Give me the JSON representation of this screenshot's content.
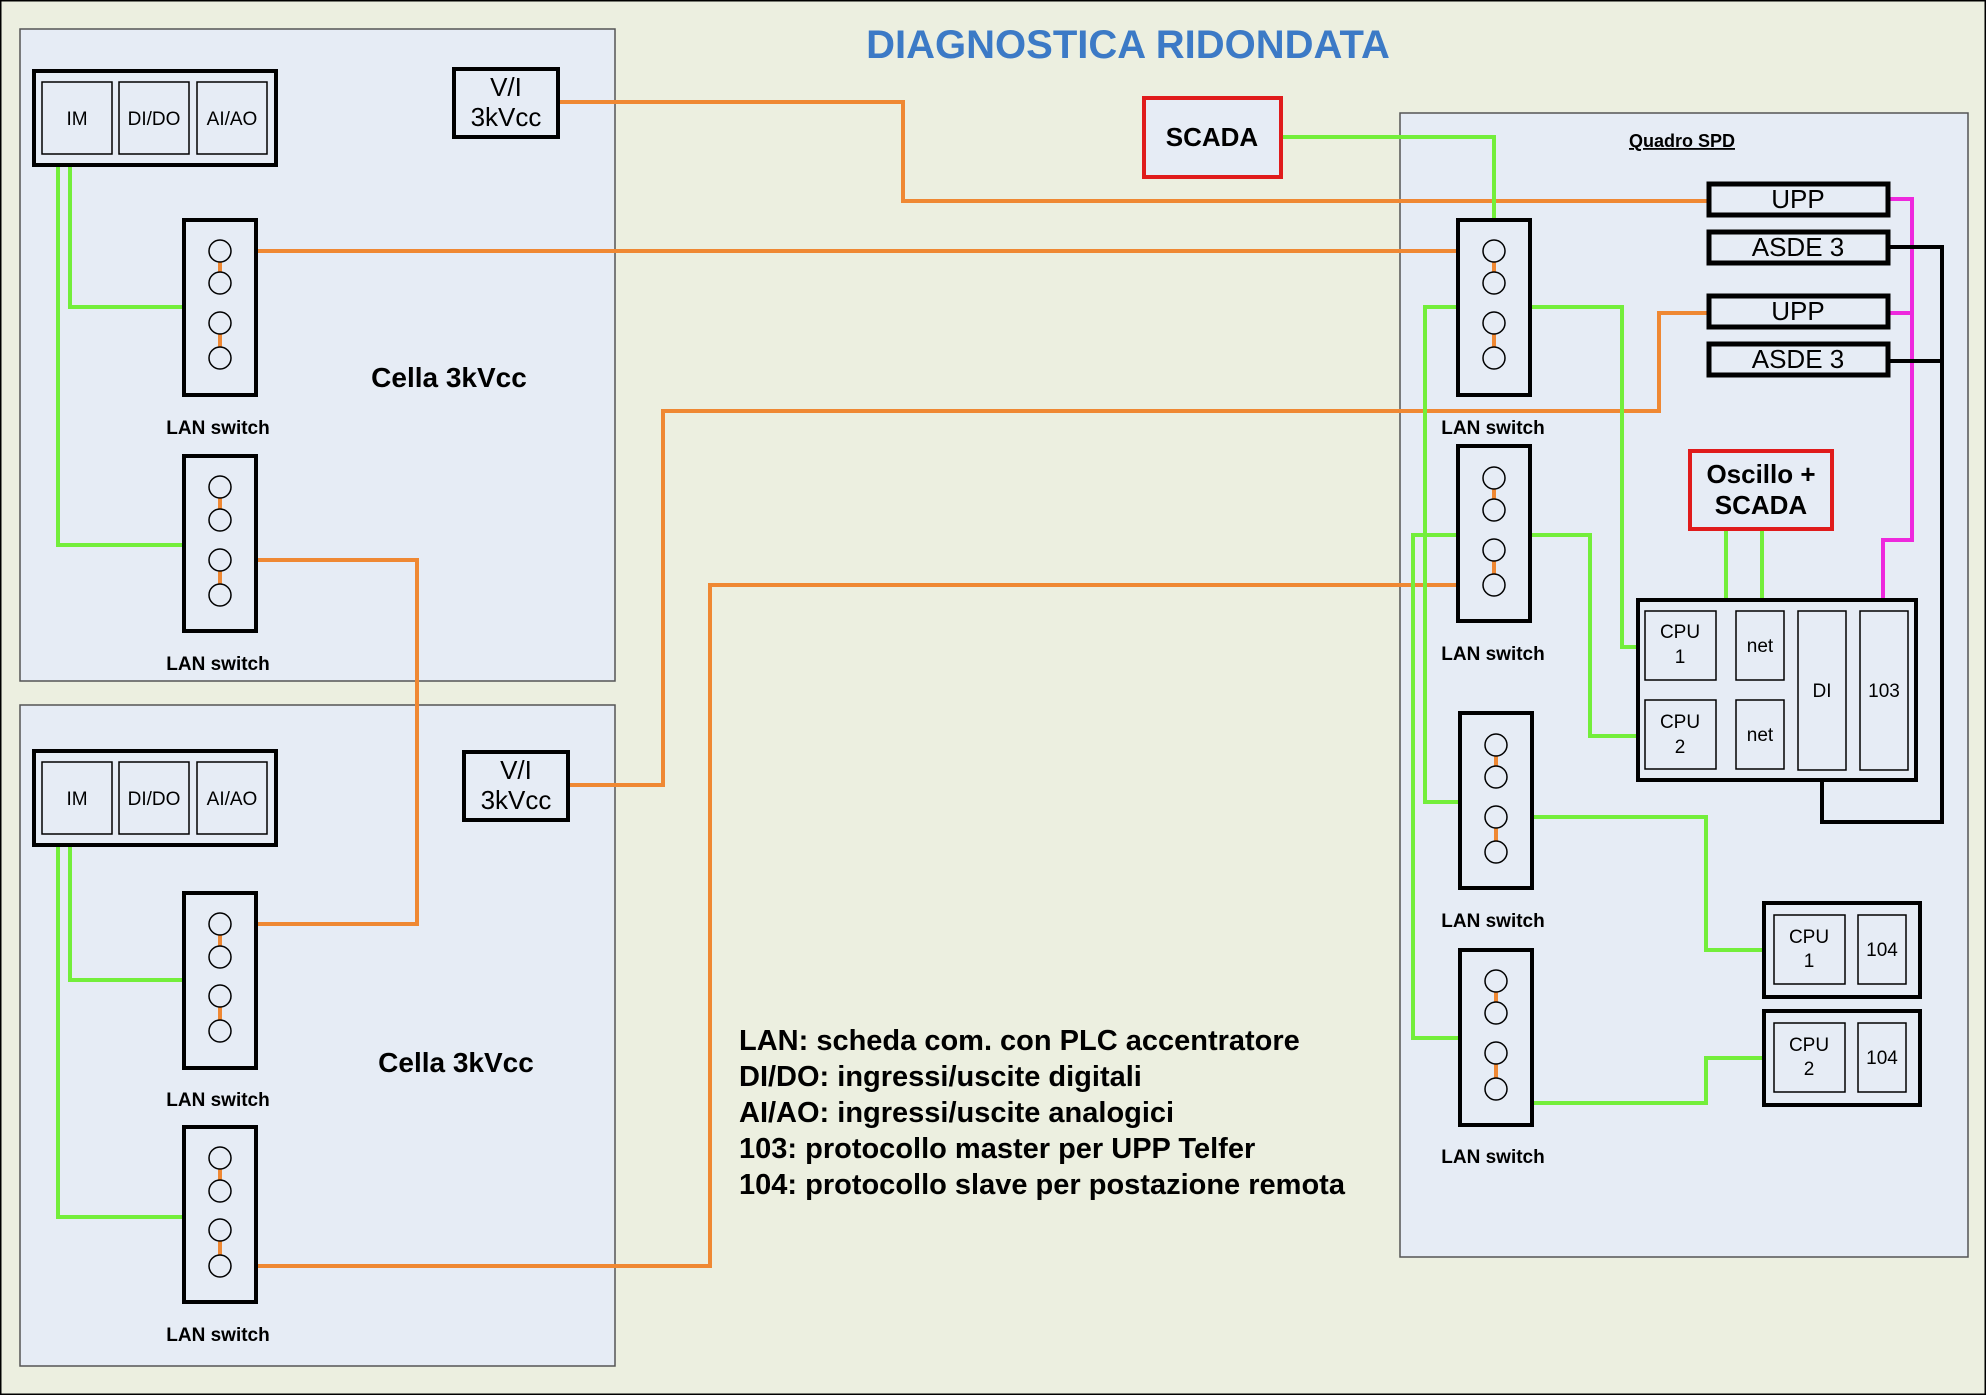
{
  "title": "DIAGNOSTICA RIDONDATA",
  "colors": {
    "background": "#ecefe0",
    "panel": "#e6ecf5",
    "title": "#3c7ac6",
    "orange": "#ef8833",
    "green": "#73ee3a",
    "magenta": "#ee28dd",
    "red": "#e01b1b",
    "black": "#000000"
  },
  "cell_top": {
    "label": "Cella 3kVcc",
    "modules": [
      "IM",
      "DI/DO",
      "AI/AO"
    ],
    "vi_box": [
      "V/I",
      "3kVcc"
    ],
    "switch_label": "LAN switch"
  },
  "cell_bottom": {
    "label": "Cella 3kVcc",
    "modules": [
      "IM",
      "DI/DO",
      "AI/AO"
    ],
    "vi_box": [
      "V/I",
      "3kVcc"
    ],
    "switch_label": "LAN switch"
  },
  "scada": "SCADA",
  "quadro": {
    "label": "Quadro SPD",
    "upp": "UPP",
    "asde": "ASDE 3",
    "oscillo": [
      "Oscillo +",
      "SCADA"
    ],
    "switch_label": "LAN switch",
    "cpu1": [
      "CPU",
      "1"
    ],
    "cpu2": [
      "CPU",
      "2"
    ],
    "net": "net",
    "di": "DI",
    "p103": "103",
    "p104": "104"
  },
  "legend": [
    "LAN: scheda com. con PLC accentratore",
    "DI/DO: ingressi/uscite digitali",
    "AI/AO: ingressi/uscite analogici",
    "103: protocollo master per UPP Telfer",
    "104: protocollo slave per postazione remota"
  ]
}
